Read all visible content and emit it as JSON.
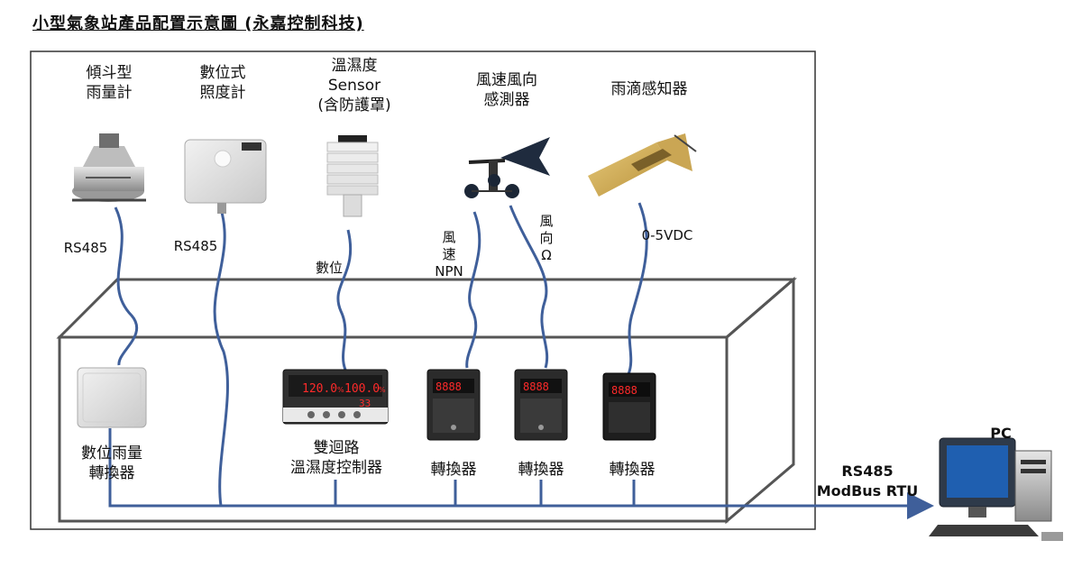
{
  "title": "小型氣象站產品配置示意圖 (永嘉控制科技)",
  "sensors": {
    "rain_gauge": {
      "line1": "傾斗型",
      "line2": "雨量計",
      "signal": "RS485"
    },
    "lux_meter": {
      "line1": "數位式",
      "line2": "照度計",
      "signal": "RS485"
    },
    "temp_humidity": {
      "line1": "溫濕度",
      "line2": "Sensor",
      "line3": "(含防護罩)",
      "signal": "數位"
    },
    "wind": {
      "line1": "風速風向",
      "line2": "感測器",
      "signal_speed": [
        "風",
        "速",
        "NPN"
      ],
      "signal_dir": [
        "風",
        "向",
        "Ω"
      ]
    },
    "raindrop": {
      "line1": "雨滴感知器",
      "signal": "0-5VDC"
    }
  },
  "devices": {
    "rain_converter": {
      "line1": "數位雨量",
      "line2": "轉換器"
    },
    "th_controller": {
      "line1": "雙迴路",
      "line2": "溫濕度控制器",
      "display1": "120.0",
      "display1_unit": "%",
      "display2": "100.0",
      "display2_unit": "%",
      "display3": "33"
    },
    "converter_speed": {
      "label": "轉換器",
      "display": "8888"
    },
    "converter_dir": {
      "label": "轉換器",
      "display": "8888"
    },
    "converter_rain": {
      "label": "轉換器",
      "display": "8888"
    }
  },
  "output": {
    "line1": "RS485",
    "line2": "ModBus RTU"
  },
  "pc": {
    "label": "PC"
  },
  "colors": {
    "wire": "#3f5f9a",
    "box_edge": "#555555",
    "display_red": "#ff2a2a"
  }
}
